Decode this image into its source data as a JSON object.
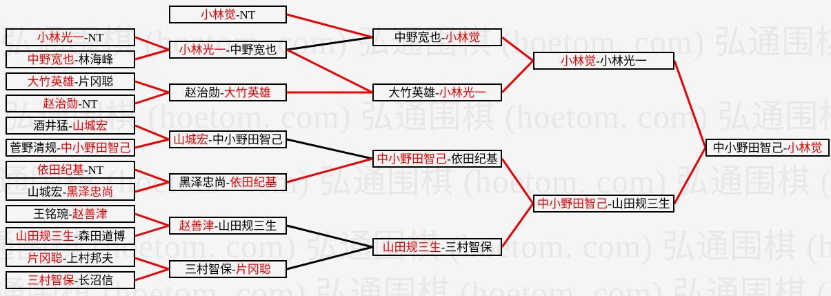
{
  "watermark": {
    "text": "弘通围棋 (hoetom. com)"
  },
  "colors": {
    "winner_text": "#ee0000",
    "normal_text": "#000000",
    "line_red": "#ee0000",
    "line_black": "#000000"
  },
  "bracket": {
    "rounds": [
      {
        "name": "round-1",
        "matches": [
          {
            "id": "a1",
            "left": {
              "text": "小林光一",
              "color": "red"
            },
            "sep": "-",
            "right": {
              "text": "NT",
              "color": "black"
            }
          },
          {
            "id": "a2",
            "left": {
              "text": "中野宽也",
              "color": "red"
            },
            "sep": "-",
            "right": {
              "text": "林海峰",
              "color": "black"
            }
          },
          {
            "id": "a3",
            "left": {
              "text": "大竹英雄",
              "color": "red"
            },
            "sep": "-",
            "right": {
              "text": "片冈聪",
              "color": "black"
            }
          },
          {
            "id": "a4",
            "left": {
              "text": "赵治勋",
              "color": "red"
            },
            "sep": "-",
            "right": {
              "text": "NT",
              "color": "black"
            }
          },
          {
            "id": "a5",
            "left": {
              "text": "酒井猛",
              "color": "black"
            },
            "sep": "-",
            "right": {
              "text": "山城宏",
              "color": "red"
            }
          },
          {
            "id": "a6",
            "left": {
              "text": "菅野清规",
              "color": "black"
            },
            "sep": "-",
            "right": {
              "text": "中小野田智己",
              "color": "red"
            }
          },
          {
            "id": "a7",
            "left": {
              "text": "依田纪基",
              "color": "red"
            },
            "sep": "-",
            "right": {
              "text": "NT",
              "color": "black"
            }
          },
          {
            "id": "a8",
            "left": {
              "text": "山城宏",
              "color": "black"
            },
            "sep": "-",
            "right": {
              "text": "黑泽忠尚",
              "color": "red"
            }
          },
          {
            "id": "a9",
            "left": {
              "text": "王铭琬",
              "color": "black"
            },
            "sep": "-",
            "right": {
              "text": "赵善津",
              "color": "red"
            }
          },
          {
            "id": "a10",
            "left": {
              "text": "山田规三生",
              "color": "red"
            },
            "sep": "-",
            "right": {
              "text": "森田道博",
              "color": "black"
            }
          },
          {
            "id": "a11",
            "left": {
              "text": "片冈聪",
              "color": "red"
            },
            "sep": "-",
            "right": {
              "text": "上村邦夫",
              "color": "black"
            }
          },
          {
            "id": "a12",
            "left": {
              "text": "三村智保",
              "color": "red"
            },
            "sep": "-",
            "right": {
              "text": "长沼信",
              "color": "black"
            }
          }
        ]
      },
      {
        "name": "round-2",
        "matches": [
          {
            "id": "b0",
            "left": {
              "text": "小林觉",
              "color": "red"
            },
            "sep": "-",
            "right": {
              "text": "NT",
              "color": "black"
            }
          },
          {
            "id": "b1",
            "left": {
              "text": "小林光一",
              "color": "red"
            },
            "sep": "-",
            "right": {
              "text": "中野宽也",
              "color": "black"
            }
          },
          {
            "id": "b2",
            "left": {
              "text": "赵治勋",
              "color": "black"
            },
            "sep": "-",
            "right": {
              "text": "大竹英雄",
              "color": "red"
            }
          },
          {
            "id": "b3",
            "left": {
              "text": "山城宏",
              "color": "red"
            },
            "sep": "-",
            "right": {
              "text": "中小野田智己",
              "color": "black"
            }
          },
          {
            "id": "b4",
            "left": {
              "text": "黑泽忠尚",
              "color": "black"
            },
            "sep": "-",
            "right": {
              "text": "依田纪基",
              "color": "red"
            }
          },
          {
            "id": "b5",
            "left": {
              "text": "赵善津",
              "color": "red"
            },
            "sep": "-",
            "right": {
              "text": "山田规三生",
              "color": "black"
            }
          },
          {
            "id": "b6",
            "left": {
              "text": "三村智保",
              "color": "black"
            },
            "sep": "-",
            "right": {
              "text": "片冈聪",
              "color": "red"
            }
          }
        ]
      },
      {
        "name": "round-3",
        "matches": [
          {
            "id": "c1",
            "left": {
              "text": "中野宽也",
              "color": "black"
            },
            "sep": "-",
            "right": {
              "text": "小林觉",
              "color": "red"
            }
          },
          {
            "id": "c2",
            "left": {
              "text": "大竹英雄",
              "color": "black"
            },
            "sep": "-",
            "right": {
              "text": "小林光一",
              "color": "red"
            }
          },
          {
            "id": "c3",
            "left": {
              "text": "中小野田智己",
              "color": "red"
            },
            "sep": "-",
            "right": {
              "text": "依田纪基",
              "color": "black"
            }
          },
          {
            "id": "c4",
            "left": {
              "text": "山田规三生",
              "color": "red"
            },
            "sep": "-",
            "right": {
              "text": "三村智保",
              "color": "black"
            }
          }
        ]
      },
      {
        "name": "round-4",
        "matches": [
          {
            "id": "d1",
            "left": {
              "text": "小林觉",
              "color": "red"
            },
            "sep": "-",
            "right": {
              "text": "小林光一",
              "color": "black"
            }
          },
          {
            "id": "d2",
            "left": {
              "text": "中小野田智己",
              "color": "red"
            },
            "sep": "-",
            "right": {
              "text": "山田规三生",
              "color": "black"
            }
          }
        ]
      },
      {
        "name": "final",
        "matches": [
          {
            "id": "e1",
            "left": {
              "text": "中小野田智己",
              "color": "black"
            },
            "sep": "-",
            "right": {
              "text": "小林觉",
              "color": "red"
            }
          }
        ]
      }
    ],
    "connections": [
      {
        "from": "a1",
        "to": "b1",
        "color": "red"
      },
      {
        "from": "a2",
        "to": "b1",
        "color": "red"
      },
      {
        "from": "a3",
        "to": "b2",
        "color": "red"
      },
      {
        "from": "a4",
        "to": "b2",
        "color": "red"
      },
      {
        "from": "a5",
        "to": "b3",
        "color": "red"
      },
      {
        "from": "a6",
        "to": "b3",
        "color": "red"
      },
      {
        "from": "a7",
        "to": "b4",
        "color": "red"
      },
      {
        "from": "a8",
        "to": "b4",
        "color": "red"
      },
      {
        "from": "a9",
        "to": "b5",
        "color": "red"
      },
      {
        "from": "a10",
        "to": "b5",
        "color": "red"
      },
      {
        "from": "a11",
        "to": "b6",
        "color": "red"
      },
      {
        "from": "a12",
        "to": "b6",
        "color": "red"
      },
      {
        "from": "b0",
        "to": "c1",
        "color": "red"
      },
      {
        "from": "b1",
        "to": "c1",
        "color": "black"
      },
      {
        "from": "b1",
        "to": "c2",
        "color": "red"
      },
      {
        "from": "b2",
        "to": "c2",
        "color": "red"
      },
      {
        "from": "b3",
        "to": "c3",
        "color": "black"
      },
      {
        "from": "b4",
        "to": "c3",
        "color": "red"
      },
      {
        "from": "b5",
        "to": "c4",
        "color": "black"
      },
      {
        "from": "b6",
        "to": "c4",
        "color": "black"
      },
      {
        "from": "c1",
        "to": "d1",
        "color": "red"
      },
      {
        "from": "c2",
        "to": "d1",
        "color": "red"
      },
      {
        "from": "c3",
        "to": "d2",
        "color": "red"
      },
      {
        "from": "c4",
        "to": "d2",
        "color": "red"
      },
      {
        "from": "d1",
        "to": "e1",
        "color": "red"
      },
      {
        "from": "d2",
        "to": "e1",
        "color": "red"
      }
    ]
  }
}
